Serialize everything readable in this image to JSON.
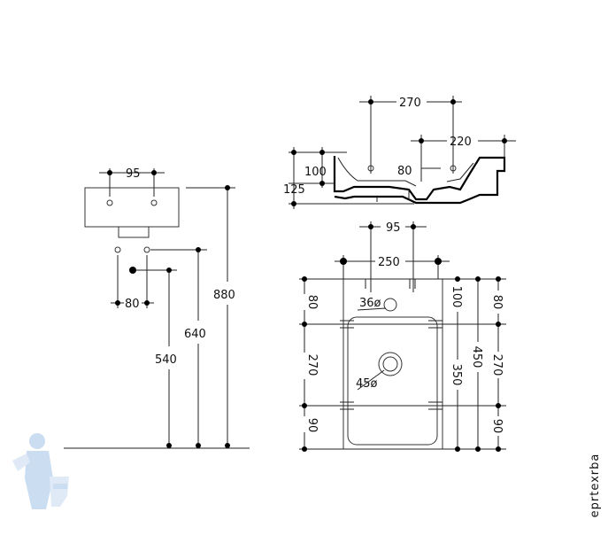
{
  "front_view": {
    "dim_taps": "95",
    "dim_waste_offset": "80",
    "dim_540": "540",
    "dim_640": "640",
    "dim_880": "880"
  },
  "side_view": {
    "dim_270": "270",
    "dim_220": "220",
    "dim_100": "100",
    "dim_80": "80",
    "dim_125": "125"
  },
  "plan_view": {
    "dim_95": "95",
    "dim_250": "250",
    "tap_hole": "36ø",
    "waste_hole": "45ø",
    "left_80": "80",
    "left_270": "270",
    "left_90": "90",
    "right_100": "100",
    "right_350": "350",
    "right_450": "450",
    "right_80": "80",
    "right_270": "270",
    "right_90": "90"
  },
  "watermark": "eprtexrba",
  "colors": {
    "line": "#222222",
    "logo": "#9fc2e6",
    "watermark": "#b9c4d2"
  }
}
